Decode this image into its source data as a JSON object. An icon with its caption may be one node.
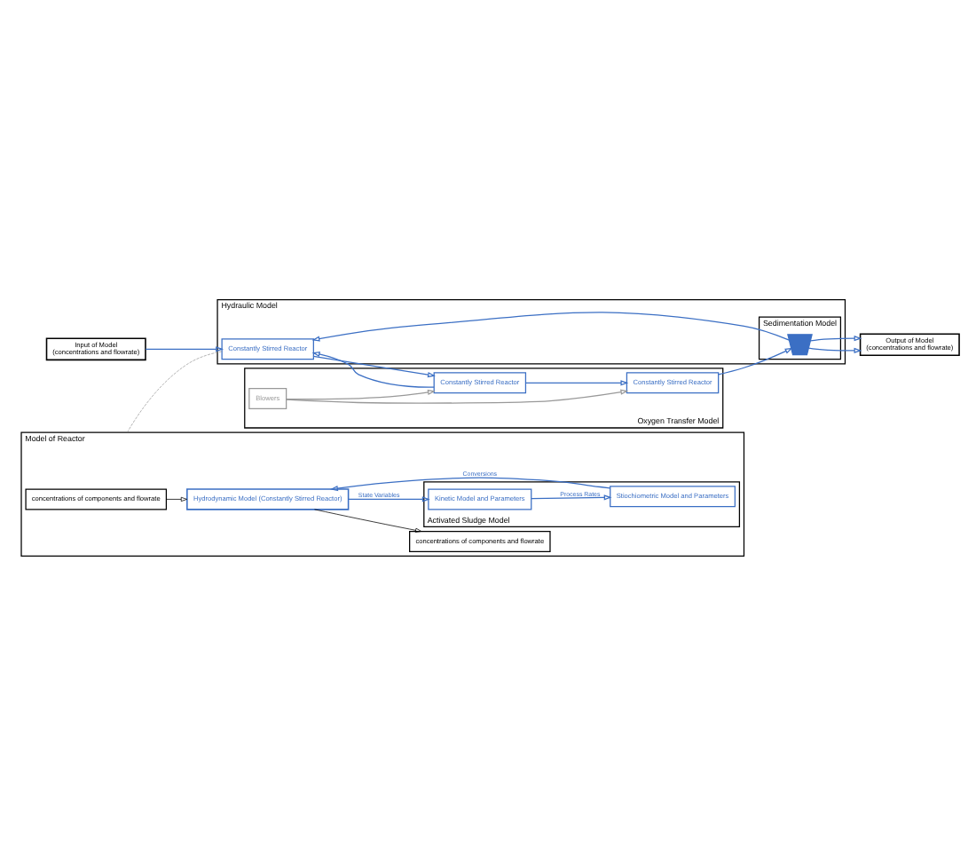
{
  "diagram": {
    "nodes": [
      {
        "text": [
          "Input of Model",
          "(concentrations and flowrate)"
        ]
      },
      {
        "text": [
          "Hydraulic Model"
        ]
      },
      {
        "text": [
          "Constantly Stirred Reactor"
        ],
        "in": 1
      },
      {
        "text": [
          "Oxygen Transfer Model"
        ]
      },
      {
        "text": [
          "Constantly Stirred Reactor"
        ],
        "in": 3
      },
      {
        "text": [
          "Constantly Stirred Reactor"
        ],
        "in": 3
      },
      {
        "text": [
          "Blowers"
        ],
        "in": 3
      },
      {
        "text": [
          "Sedimentation Model"
        ],
        "in": 1
      },
      {
        "text": [],
        "shape": "trapezium",
        "in": 7
      },
      {
        "text": [
          "Output of Model",
          "(concentrations and flowrate)"
        ]
      },
      {
        "text": [
          "Model of Reactor"
        ]
      },
      {
        "text": [
          "concentrations of components and flowrate"
        ],
        "in": 10
      },
      {
        "text": [
          "Hydrodynamic Model (Constantly Stirred Reactor)"
        ],
        "in": 10
      },
      {
        "text": [
          "concentrations of components and flowrate"
        ],
        "in": 10
      },
      {
        "text": [
          "Activated Sludge Model"
        ],
        "in": 10
      },
      {
        "text": [
          "Stiochiometric Model and Parameters"
        ],
        "in": 14
      },
      {
        "text": [
          "Kinetic Model and Parameters"
        ],
        "in": 14
      }
    ],
    "edges": [
      {
        "from": 0,
        "to": 2,
        "arrow": "to"
      },
      {
        "from": 2,
        "to": 4,
        "arrow": "to"
      },
      {
        "from": 4,
        "to": 2,
        "arrow": "to"
      },
      {
        "from": 4,
        "to": 5,
        "arrow": "to"
      },
      {
        "from": 5,
        "to": 8,
        "arrow": "to"
      },
      {
        "from": 8,
        "to": 9,
        "arrow": "to"
      },
      {
        "from": 8,
        "to": 2,
        "arrow": "to"
      },
      {
        "from": 8,
        "to": 9,
        "arrow": "to"
      },
      {
        "from": 6,
        "to": 4,
        "arrow": "to",
        "color": "#999999"
      },
      {
        "from": 6,
        "to": 5,
        "arrow": "to",
        "color": "#999999"
      },
      {
        "from": 2,
        "to": 10,
        "arrow": "none",
        "style": "dashed",
        "color": "#888888"
      },
      {
        "from": 11,
        "to": 12,
        "arrow": "to",
        "color": "#000000"
      },
      {
        "from": 12,
        "to": 13,
        "arrow": "to",
        "color": "#000000"
      },
      {
        "from": 15,
        "to": 12,
        "arrow": "to",
        "label": "Conversions"
      },
      {
        "from": 12,
        "to": 16,
        "arrow": "to",
        "label": "State Variables"
      },
      {
        "from": 16,
        "to": 15,
        "arrow": "to",
        "label": "Process Rates"
      }
    ]
  }
}
